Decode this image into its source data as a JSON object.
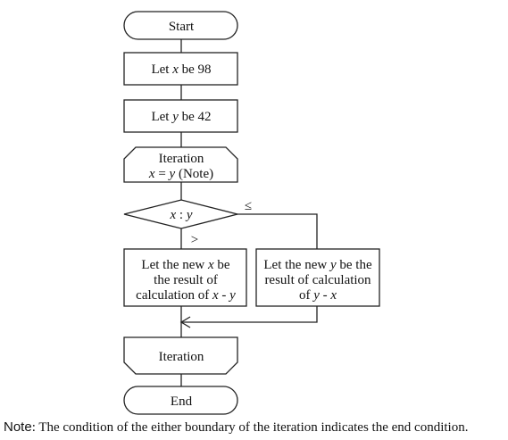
{
  "flowchart": {
    "start": "Start",
    "step1": {
      "pre": "Let ",
      "var": "x",
      "post": " be 98"
    },
    "step2": {
      "pre": "Let ",
      "var": "y",
      "post": " be 42"
    },
    "loop_start": {
      "line1": "Iteration",
      "line2": {
        "a": "x",
        "op": " = ",
        "b": "y",
        "post": " (Note)"
      }
    },
    "decision": {
      "a": "x",
      "op": " : ",
      "b": "y",
      "branch_le": "≤",
      "branch_gt": ">"
    },
    "box_left": {
      "line1_pre": "Let the new ",
      "line1_var": "x",
      "line1_post": " be",
      "line2": "the result of",
      "line3_pre": "calculation of ",
      "line3_a": "x",
      "line3_op": " - ",
      "line3_b": "y"
    },
    "box_right": {
      "line1_pre": "Let the new ",
      "line1_var": "y",
      "line1_post": " be the",
      "line2": "result of calculation",
      "line3_pre": "of ",
      "line3_a": "y",
      "line3_op": " - ",
      "line3_b": "x"
    },
    "loop_end": "Iteration",
    "end": "End"
  },
  "note": {
    "label": "Note",
    "text": ": The condition of the either boundary of the iteration indicates the end condition."
  }
}
